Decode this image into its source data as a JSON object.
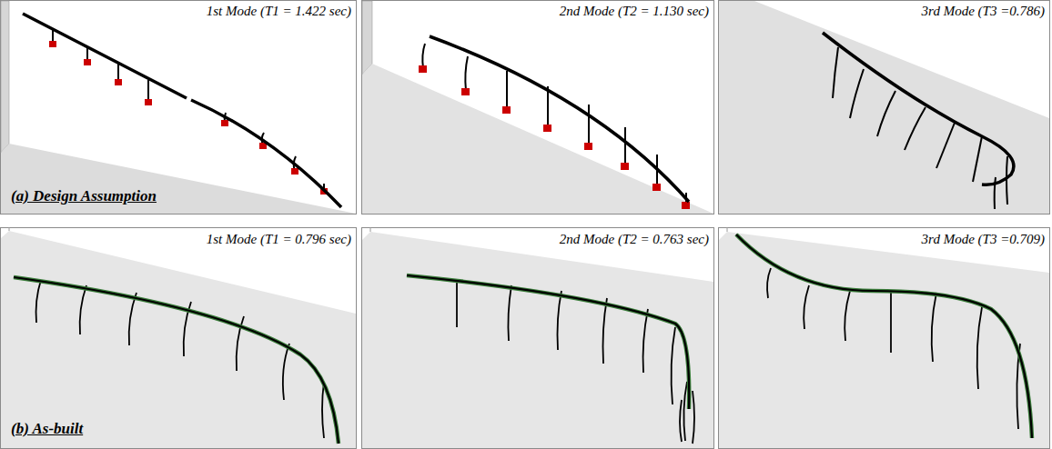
{
  "diagram": {
    "labels": [
      "1st Mode (T1 = 1.422 sec)",
      "2nd Mode (T2 = 1.130 sec)",
      "3rd Mode (T3 =0.786)",
      "(a) Design Assumption",
      "1st Mode (T1 = 0.796 sec)",
      "2nd Mode (T2 = 0.763 sec)",
      "3rd Mode (T3 =0.709)",
      "(b) As-built"
    ]
  }
}
